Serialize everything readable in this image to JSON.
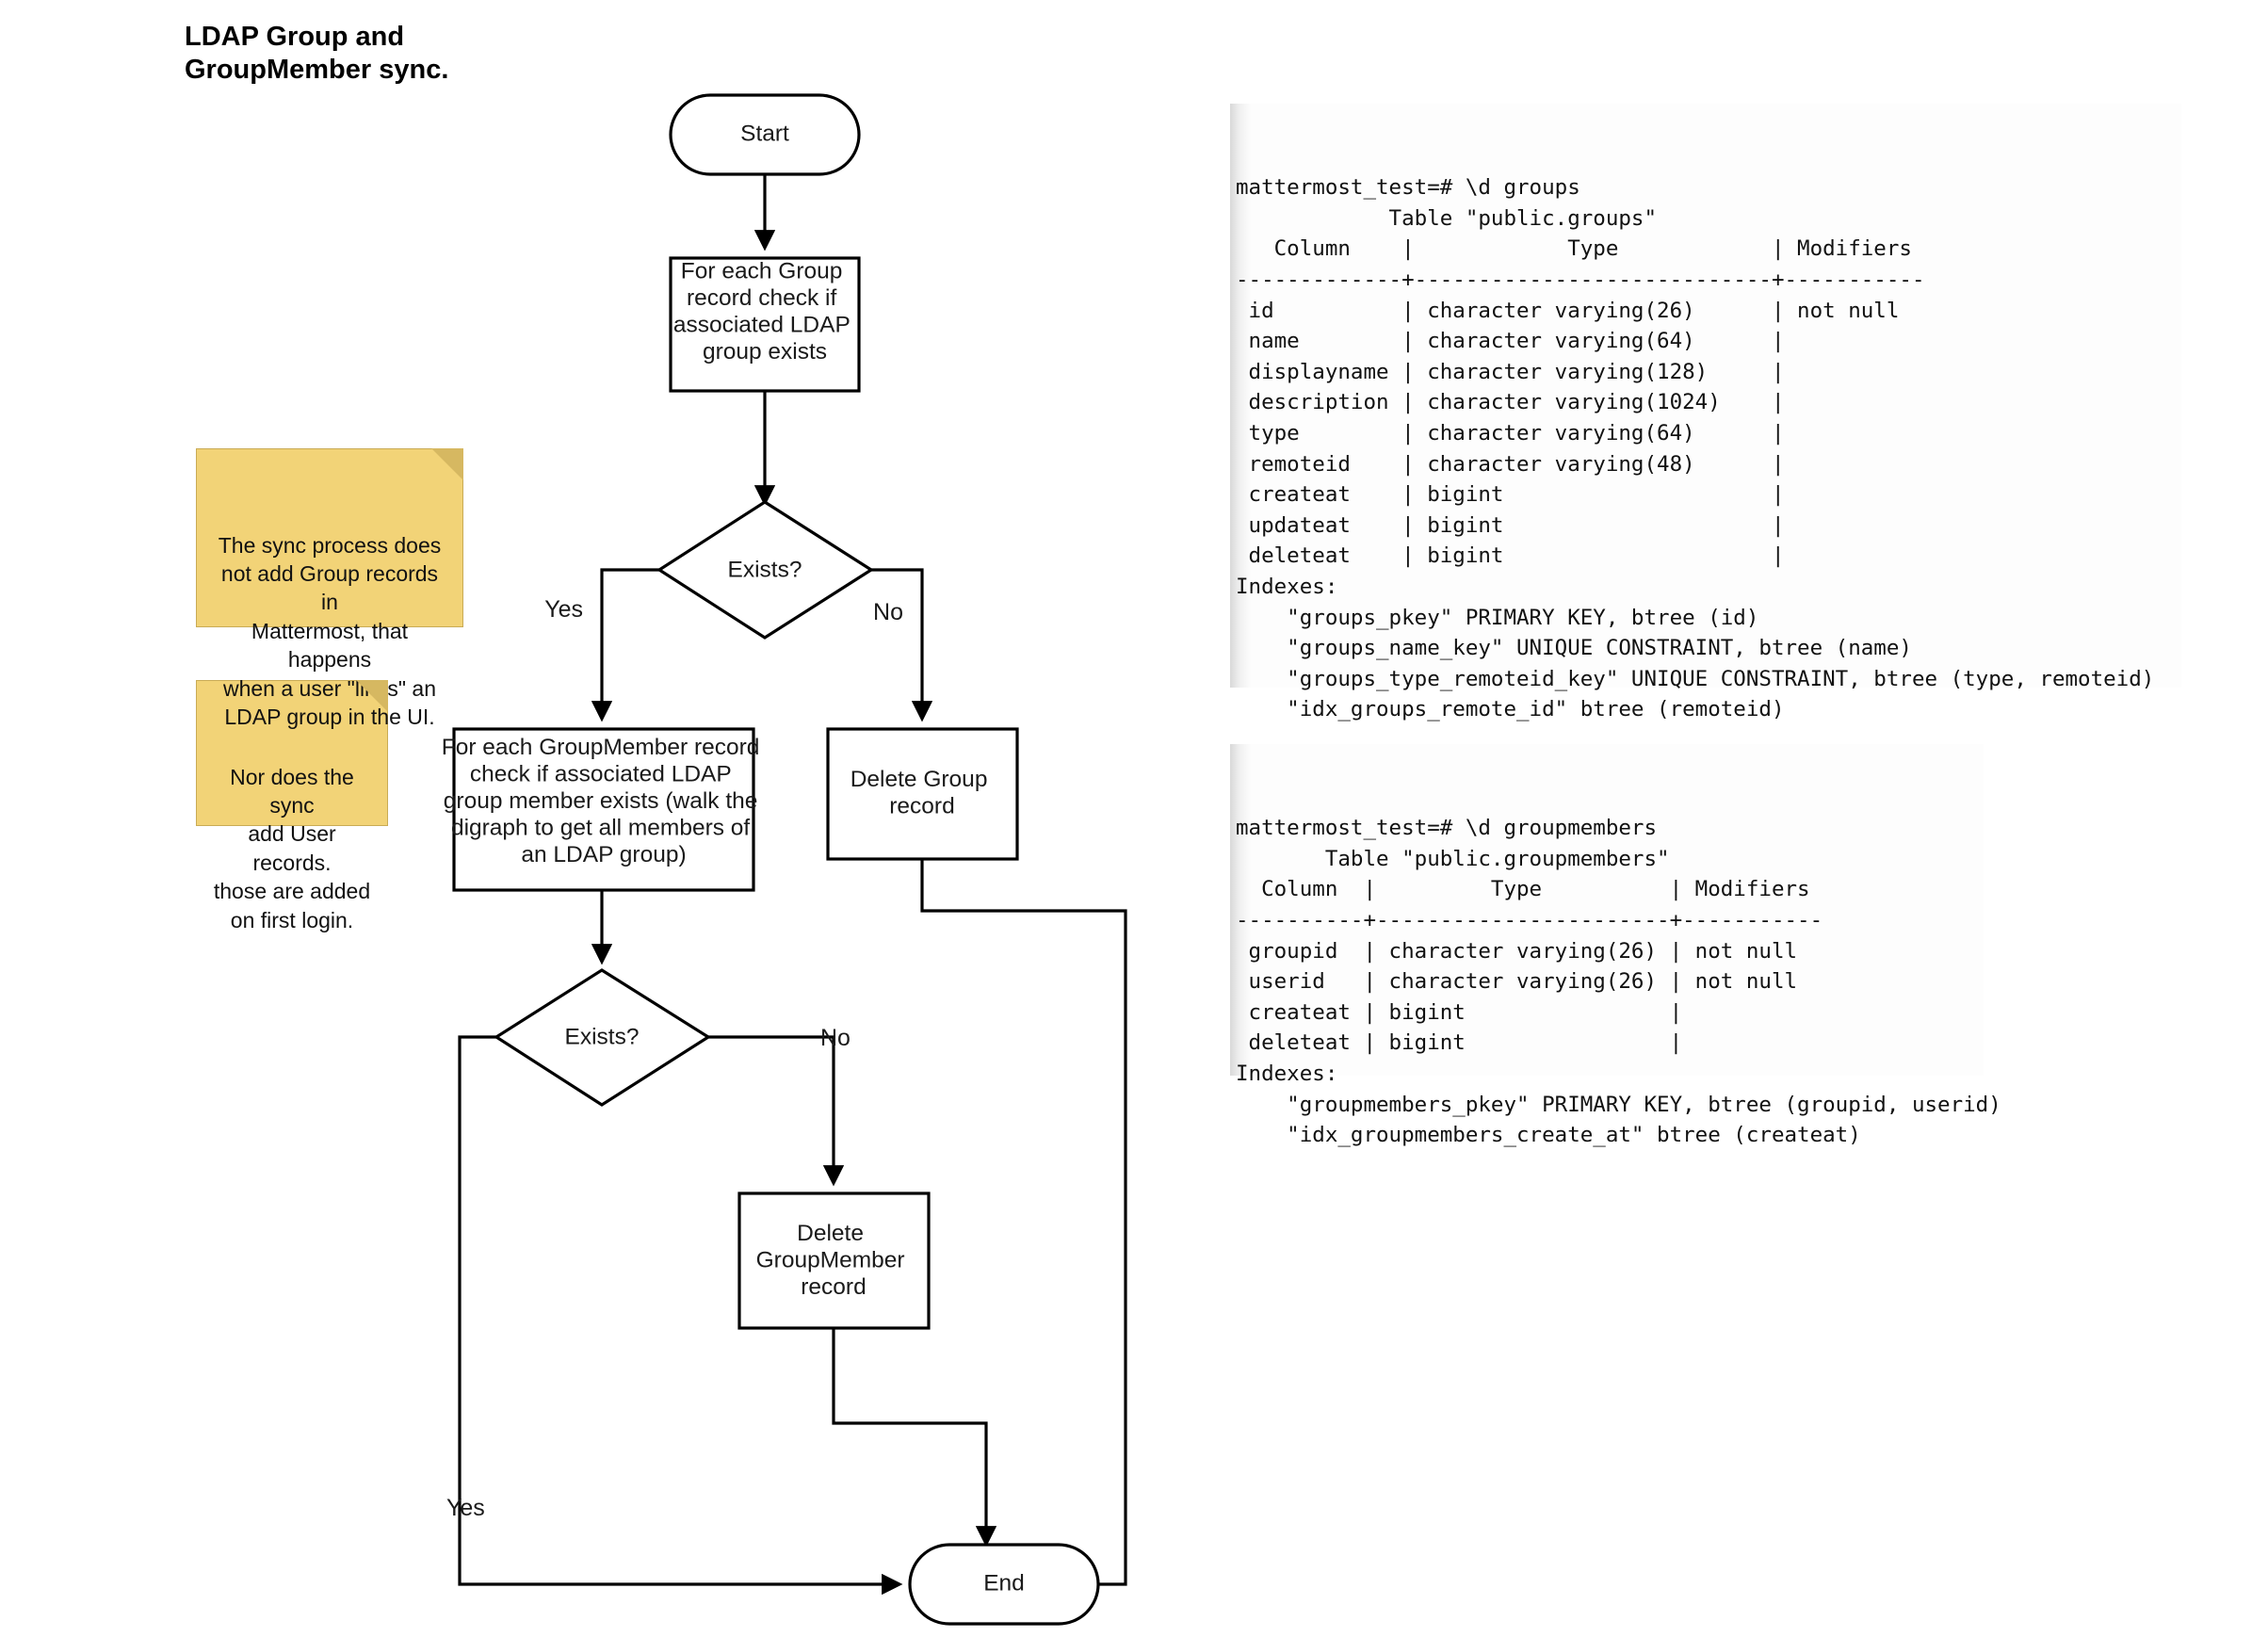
{
  "title": "LDAP Group and\nGroupMember sync.",
  "flowchart": {
    "nodes": {
      "start": "Start",
      "check_group": "For each Group\nrecord check if\nassociated LDAP\ngroup exists",
      "exists_1": "Exists?",
      "check_groupmember": "For each GroupMember record\ncheck if associated LDAP\ngroup member exists (walk the\ndigraph to get all members of\nan LDAP group)",
      "delete_group": "Delete Group\nrecord",
      "exists_2": "Exists?",
      "delete_groupmember": "Delete\nGroupMember\nrecord",
      "end": "End"
    },
    "edge_labels": {
      "exists1_yes": "Yes",
      "exists1_no": "No",
      "exists2_no": "No",
      "exists2_yes": "Yes"
    }
  },
  "notes": [
    {
      "id": "note-sync-group-records",
      "text": "The sync process does\nnot add Group records in\nMattermost, that happens\nwhen a user \"links\" an\nLDAP group in the UI."
    },
    {
      "id": "note-sync-user-records",
      "text": "Nor does the sync\nadd User records.\nthose are added\non first login."
    }
  ],
  "terminals": {
    "groups": {
      "prompt": "mattermost_test=# \\d groups",
      "text": "mattermost_test=# \\d groups\n            Table \"public.groups\"\n   Column    |            Type            | Modifiers \n-------------+----------------------------+-----------\n id          | character varying(26)      | not null\n name        | character varying(64)      |\n displayname | character varying(128)     |\n description | character varying(1024)    |\n type        | character varying(64)      |\n remoteid    | character varying(48)      |\n createat    | bigint                     |\n updateat    | bigint                     |\n deleteat    | bigint                     |\nIndexes:\n    \"groups_pkey\" PRIMARY KEY, btree (id)\n    \"groups_name_key\" UNIQUE CONSTRAINT, btree (name)\n    \"groups_type_remoteid_key\" UNIQUE CONSTRAINT, btree (type, remoteid)\n    \"idx_groups_remote_id\" btree (remoteid)\n\n          _"
    },
    "groupmembers": {
      "prompt": "mattermost_test=# \\d groupmembers",
      "text": "mattermost_test=# \\d groupmembers\n       Table \"public.groupmembers\"\n  Column  |         Type          | Modifiers \n----------+-----------------------+-----------\n groupid  | character varying(26) | not null\n userid   | character varying(26) | not null\n createat | bigint                |\n deleteat | bigint                |\nIndexes:\n    \"groupmembers_pkey\" PRIMARY KEY, btree (groupid, userid)\n    \"idx_groupmembers_create_at\" btree (createat)"
    }
  }
}
